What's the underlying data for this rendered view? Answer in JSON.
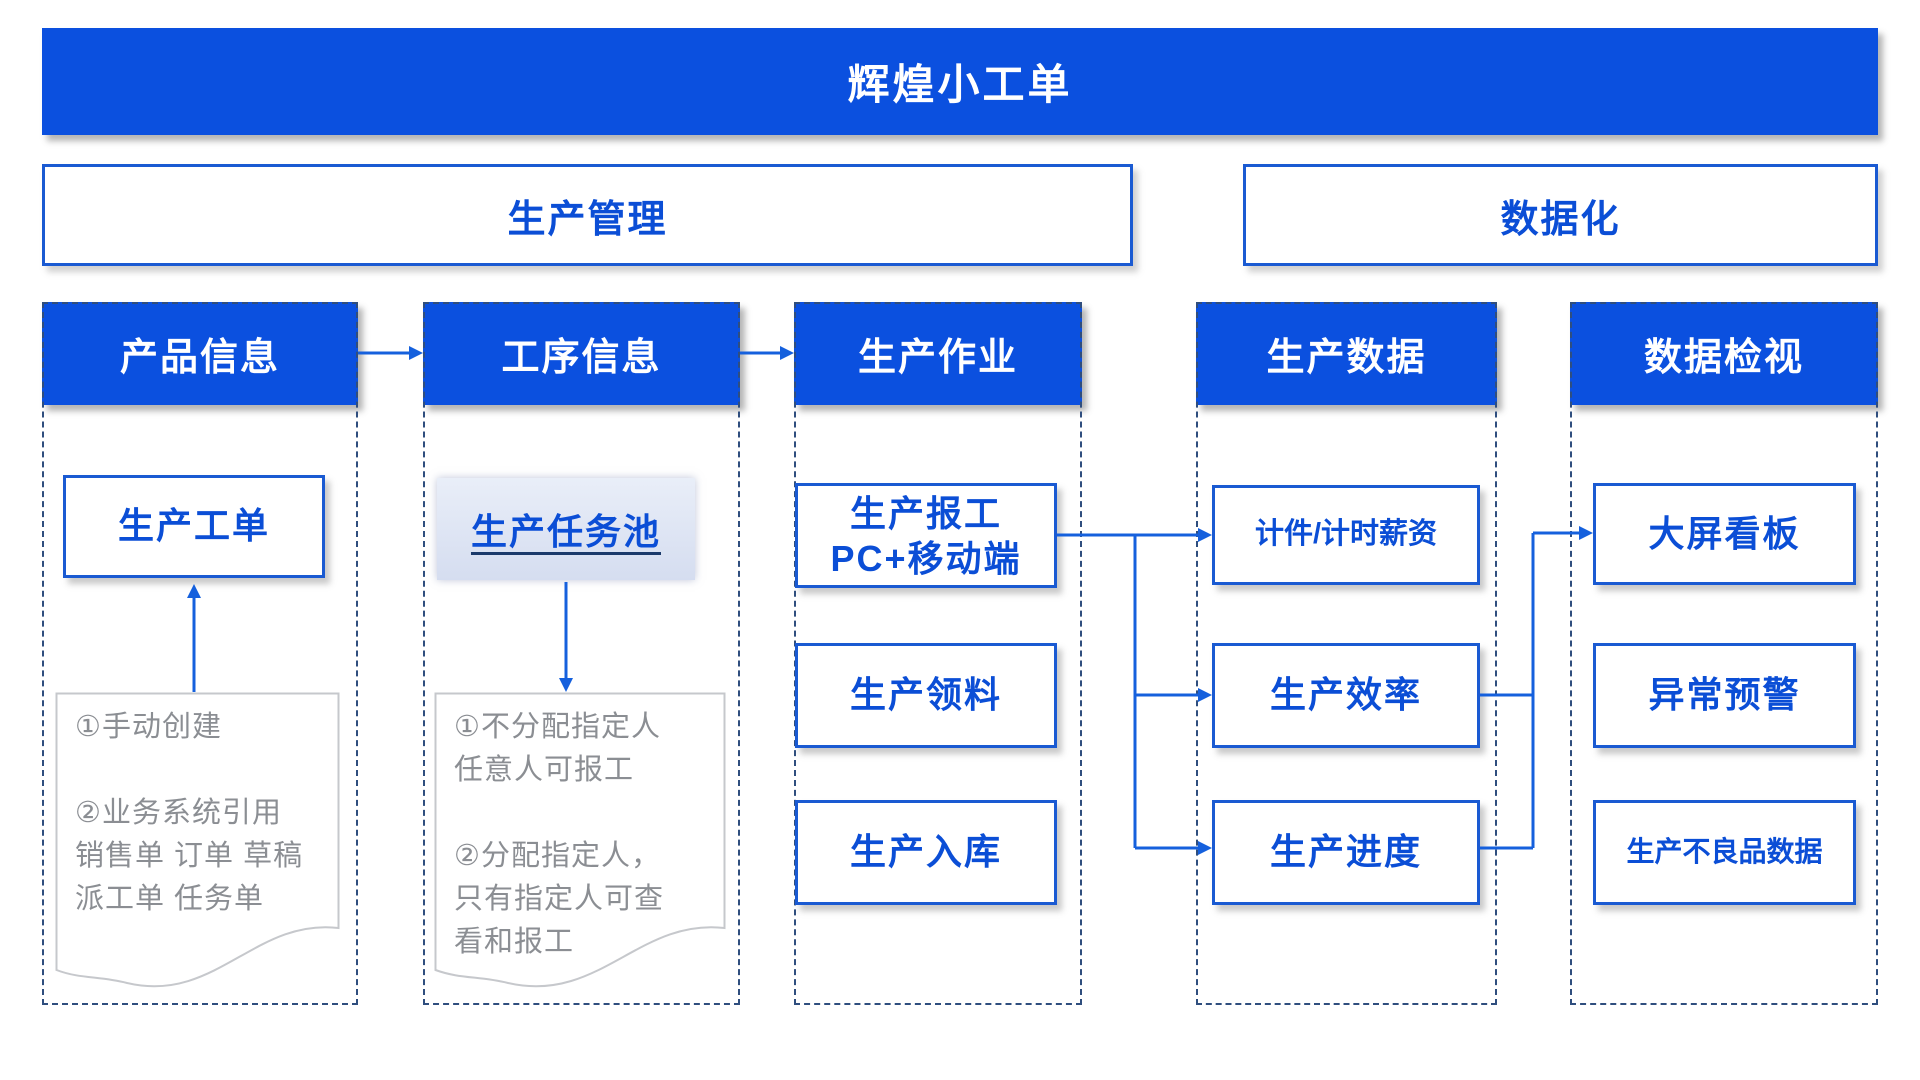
{
  "banner": {
    "title": "辉煌小工单"
  },
  "sections": [
    {
      "label": "生产管理"
    },
    {
      "label": "数据化"
    }
  ],
  "columns": [
    {
      "header": "产品信息",
      "boxes": [
        {
          "label": "生产工单"
        }
      ],
      "note": {
        "lines": [
          "①手动创建",
          "",
          "②业务系统引用",
          "销售单 订单 草稿",
          "派工单 任务单"
        ]
      }
    },
    {
      "header": "工序信息",
      "highlight": {
        "label": "生产任务池"
      },
      "note": {
        "lines": [
          "①不分配指定人",
          "任意人可报工",
          "",
          "②分配指定人，",
          "只有指定人可查",
          "看和报工"
        ]
      }
    },
    {
      "header": "生产作业",
      "boxes": [
        {
          "label": "生产报工",
          "label2": "PC+移动端"
        },
        {
          "label": "生产领料"
        },
        {
          "label": "生产入库"
        }
      ]
    },
    {
      "header": "生产数据",
      "boxes": [
        {
          "label": "计件/计时薪资"
        },
        {
          "label": "生产效率"
        },
        {
          "label": "生产进度"
        }
      ]
    },
    {
      "header": "数据检视",
      "boxes": [
        {
          "label": "大屏看板"
        },
        {
          "label": "异常预警"
        },
        {
          "label": "生产不良品数据"
        }
      ]
    }
  ],
  "colors": {
    "blue-fill": "#0b50df",
    "blue-border": "#1a5ad2",
    "blue-text": "#0b4ed6",
    "dash": "#2f4e7e",
    "line": "#1560dd",
    "note-border": "#c6c8cc",
    "note-text": "#8b8e93",
    "hl-bg1": "#e9eef8",
    "hl-bg2": "#d5ddf0"
  }
}
